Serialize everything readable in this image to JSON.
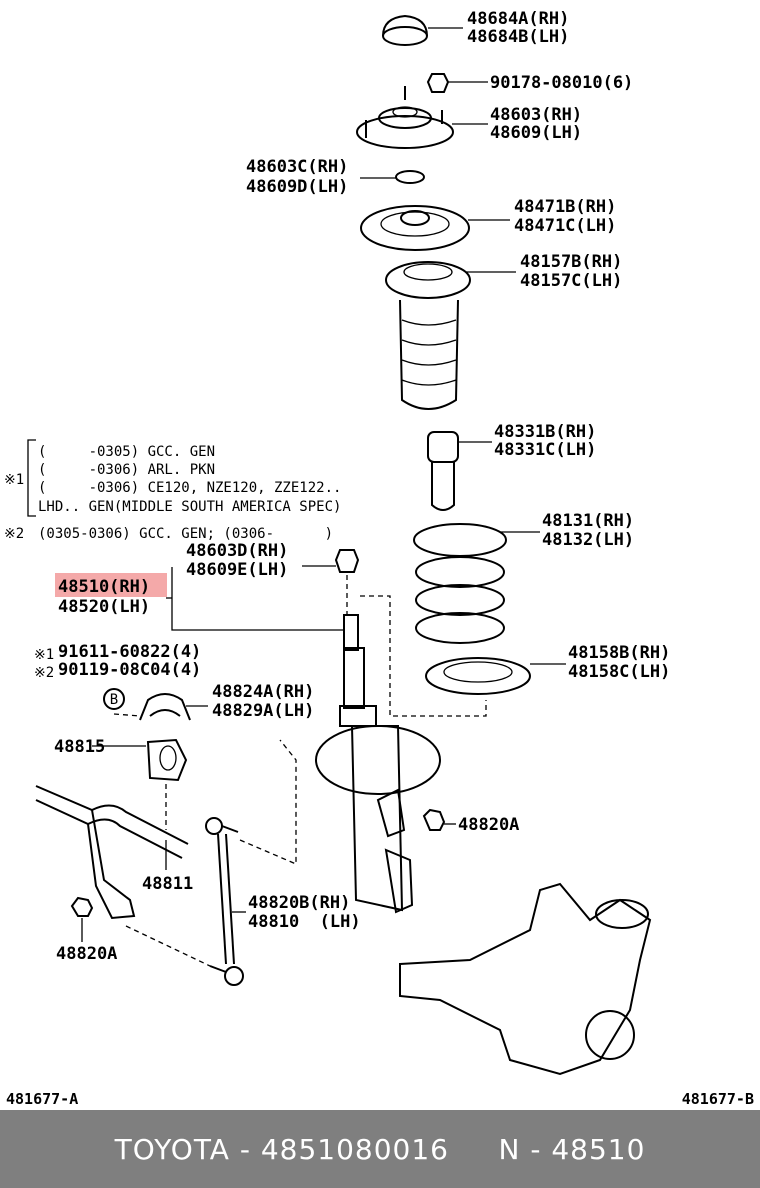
{
  "labels": {
    "p48684": [
      "48684A(RH)",
      "48684B(LH)"
    ],
    "p90178": "90178-08010(6)",
    "p48603": [
      "48603(RH)",
      "48609(LH)"
    ],
    "p48603c": [
      "48603C(RH)",
      "48609D(LH)"
    ],
    "p48471": [
      "48471B(RH)",
      "48471C(LH)"
    ],
    "p48157": [
      "48157B(RH)",
      "48157C(LH)"
    ],
    "p48331": [
      "48331B(RH)",
      "48331C(LH)"
    ],
    "p48131": [
      "48131(RH)",
      "48132(LH)"
    ],
    "p48603d": [
      "48603D(RH)",
      "48609E(LH)"
    ],
    "p48510": [
      "48510(RH)",
      "48520(LH)"
    ],
    "p48158": [
      "48158B(RH)",
      "48158C(LH)"
    ],
    "p91611": "91611-60822(4)",
    "p90119": "90119-08C04(4)",
    "p48824": [
      "48824A(RH)",
      "48829A(LH)"
    ],
    "p48815": "48815",
    "p48820a_right": "48820A",
    "p48811": "48811",
    "p48820b": [
      "48820B(RH)",
      "48810  (LH)"
    ],
    "p48820a_left": "48820A",
    "circle_b": "B"
  },
  "notes": {
    "mark1": "※1",
    "mark1_2": "※1",
    "mark2": "※2",
    "mark2_2": "※2",
    "line1": "(     -0305) GCC. GEN",
    "line2": "(     -0306) ARL. PKN",
    "line3": "(     -0306) CE120, NZE120, ZZE122..",
    "line4": "LHD.. GEN(MIDDLE SOUTH AMERICA SPEC)",
    "line5": "(0305-0306) GCC. GEN; (0306-      )"
  },
  "refs": {
    "left": "481677-A",
    "right": "481677-B"
  },
  "footer": {
    "text": "TOYOTA - 4851080016     N - 48510"
  },
  "colors": {
    "highlight": "#f08c8c",
    "footer_bg": "#7f7f7f",
    "footer_text": "#ffffff"
  }
}
